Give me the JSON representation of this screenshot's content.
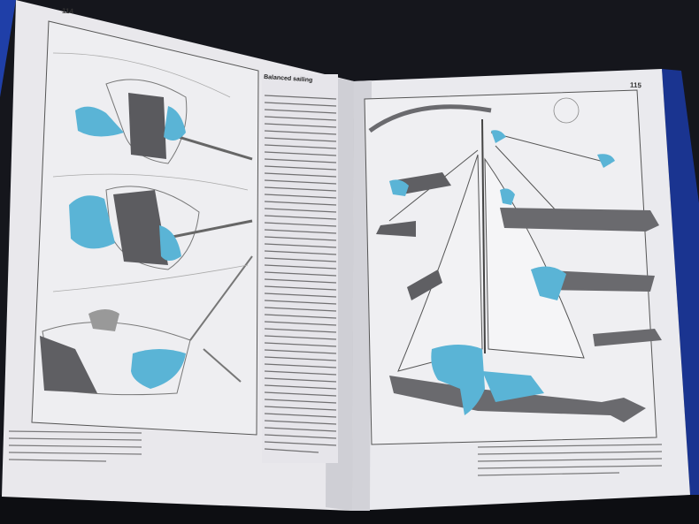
{
  "book": {
    "left_page": {
      "page_number": "114",
      "column_heading": "Balanced sailing"
    },
    "right_page": {
      "page_number": "115"
    }
  },
  "colors": {
    "background": "#15161c",
    "paper": "#ecebef",
    "accent_figures": "#5ab4d6",
    "hull_grey": "#6d6d70",
    "ink": "#2a2a2a",
    "cover_blue": "#1f3fa8"
  }
}
